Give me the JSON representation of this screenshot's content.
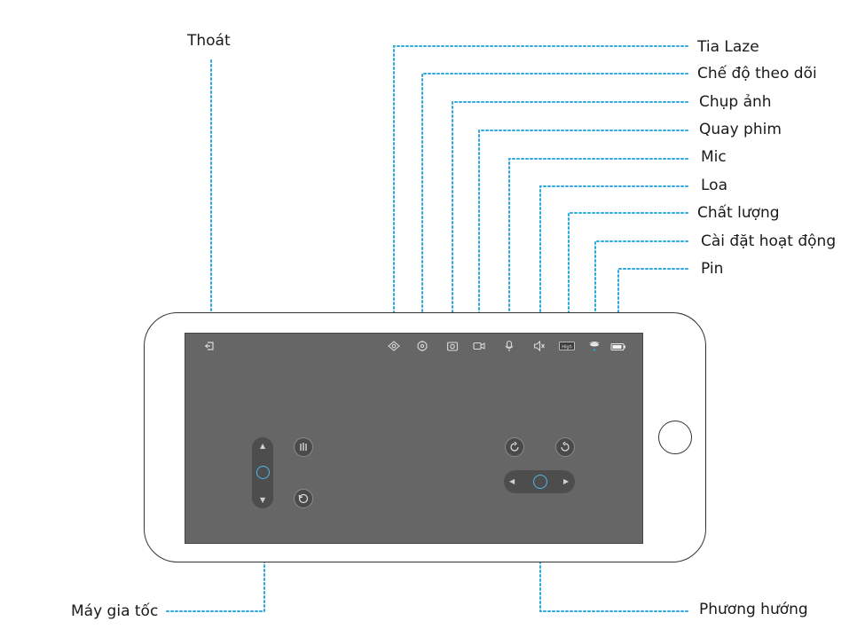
{
  "labels": {
    "thoat": "Thoát",
    "tia_laze": "Tia Laze",
    "che_do_theo_doi": "Chế độ theo dõi",
    "chup_anh": "Chụp ảnh",
    "quay_phim": "Quay phim",
    "mic": "Mic",
    "loa": "Loa",
    "chat_luong": "Chất lượng",
    "cai_dat_hoat_dong": "Cài đặt hoạt động",
    "pin": "Pin",
    "may_gia_toc": "Máy gia tốc",
    "phuong_huong": "Phương hướng"
  },
  "screen": {
    "quality_badge": "High"
  },
  "icons": [
    "exit-icon",
    "laser-icon",
    "tracking-mode-icon",
    "camera-icon",
    "video-icon",
    "mic-icon",
    "speaker-icon",
    "quality-icon",
    "settings-icon",
    "battery-icon",
    "stepper-up-icon",
    "stepper-down-icon",
    "left-arrow-icon",
    "right-arrow-icon",
    "grip-icon",
    "reset-icon",
    "rotate-left-icon",
    "rotate-right-icon"
  ],
  "colors": {
    "leader_line": "#2aa9dd",
    "screen": "#666666",
    "knob": "#4fb7e8"
  }
}
